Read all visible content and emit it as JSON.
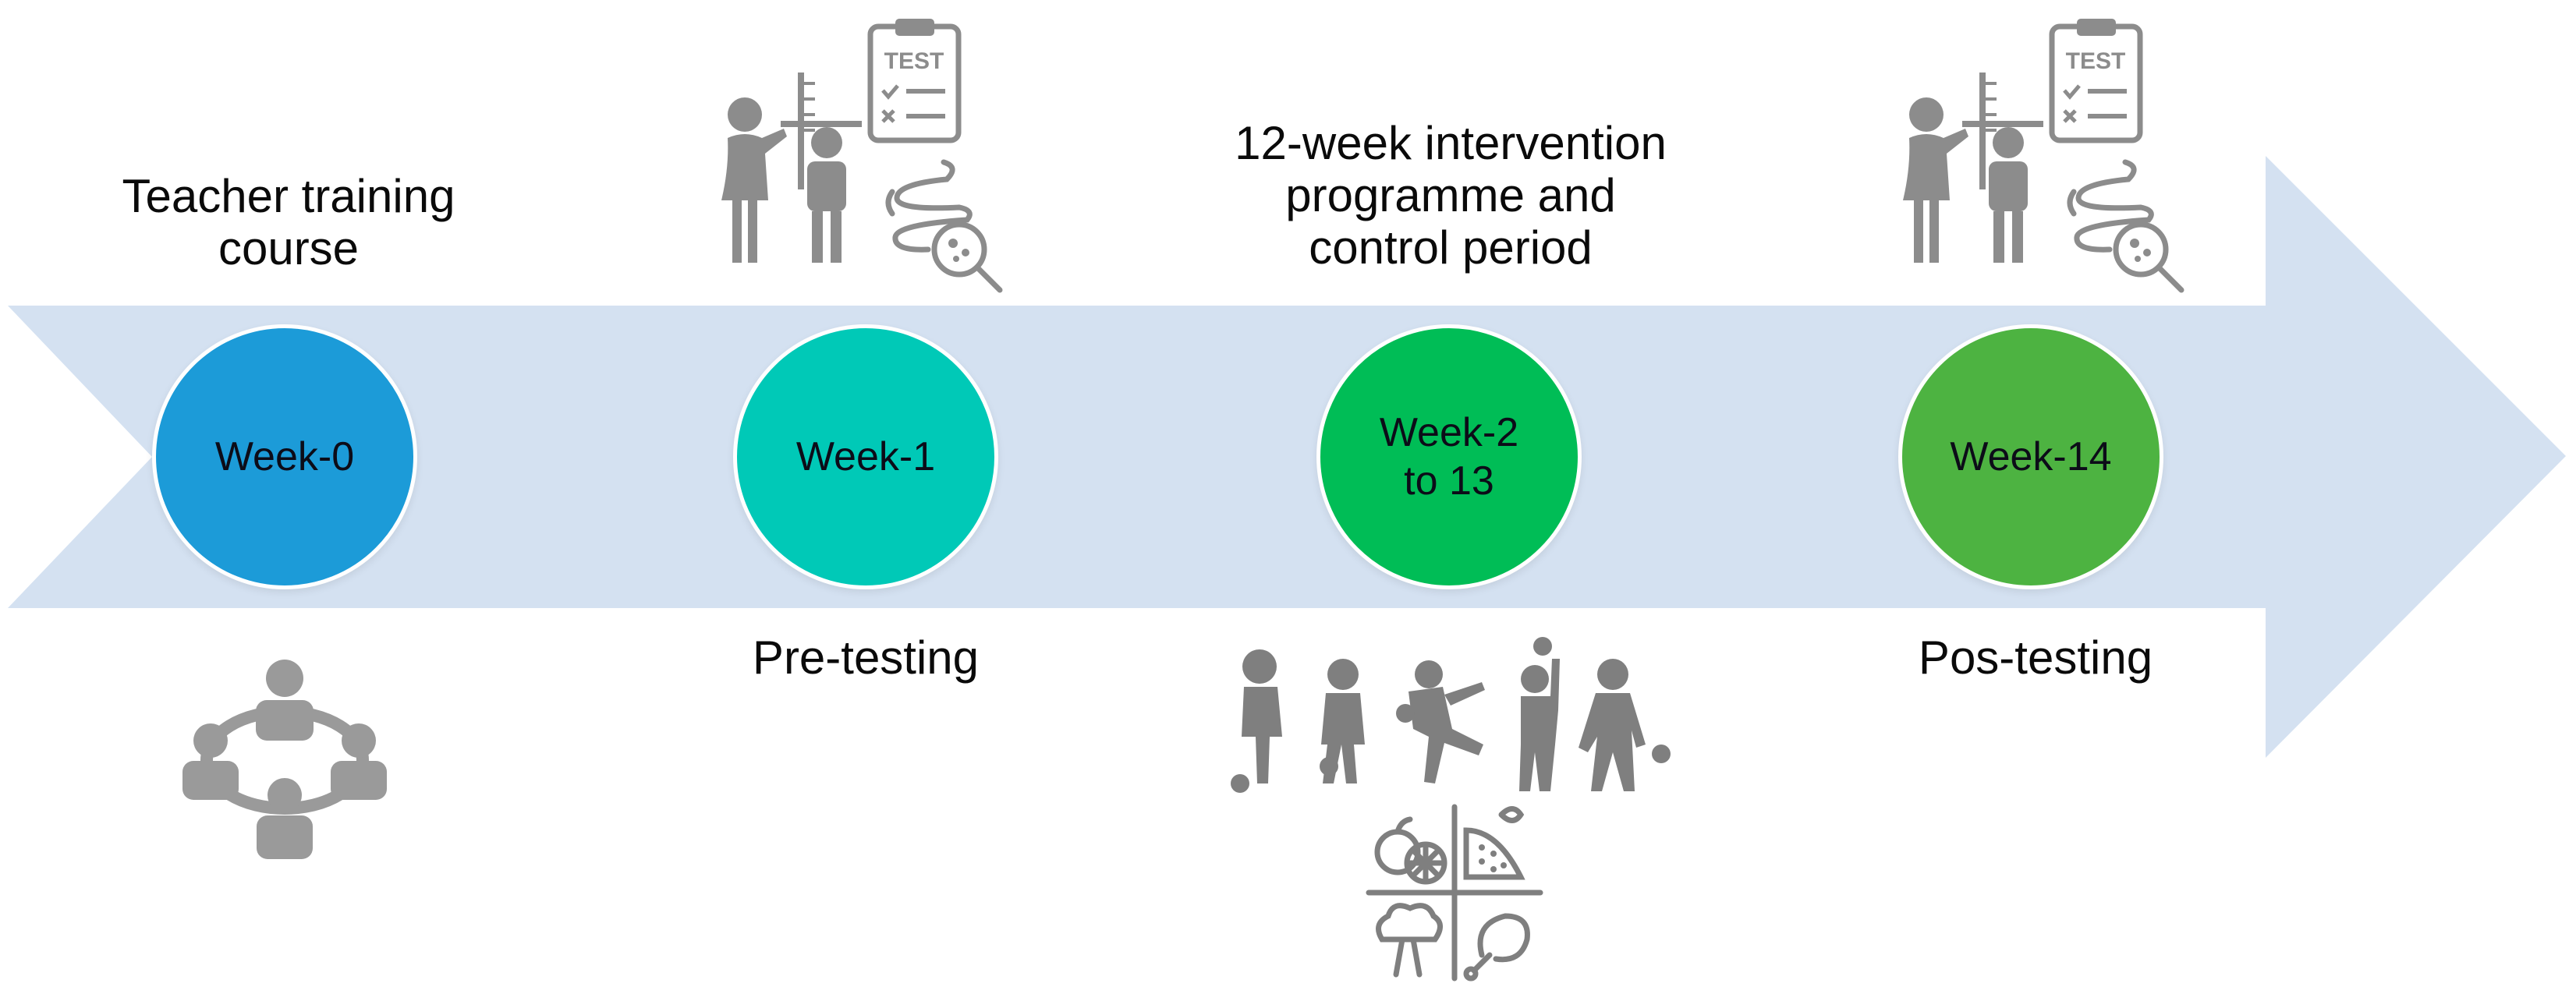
{
  "colors": {
    "arrow": "#d4e1f1",
    "icon": "#8c8c8c",
    "week0": "#1c9bd8",
    "week1": "#00c9b7",
    "week2": "#00bd56",
    "week14": "#4db341"
  },
  "timeline": {
    "milestones": [
      {
        "label": "Week-0"
      },
      {
        "label": "Week-1"
      },
      {
        "label": "Week-2\nto 13"
      },
      {
        "label": "Week-14"
      }
    ],
    "captions": {
      "teacher": "Teacher training\ncourse",
      "intervention": "12-week intervention\nprogramme and\ncontrol period",
      "pre": "Pre-testing",
      "pos": "Pos-testing"
    },
    "test_label": "TEST"
  },
  "icons": [
    "group-meeting-icon",
    "height-measurement-icon",
    "test-clipboard-icon",
    "gut-microbiota-icon",
    "children-sports-icon",
    "food-groups-icon"
  ]
}
